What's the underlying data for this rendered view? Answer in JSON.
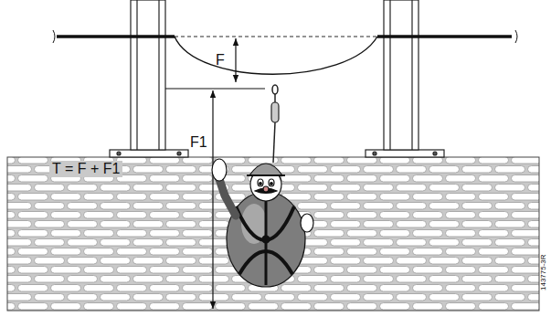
{
  "diagram": {
    "labels": [
      "F",
      "F1",
      "T = F + F1",
      "143775-3R"
    ]
  }
}
